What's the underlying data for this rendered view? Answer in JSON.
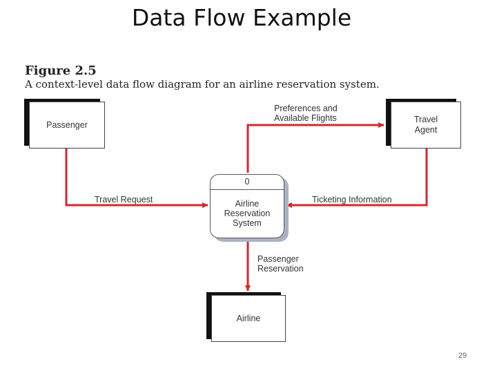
{
  "slide": {
    "title": "Data Flow Example",
    "page_number": "29"
  },
  "figure": {
    "number": "Figure 2.5",
    "caption": "A context-level data flow diagram for an airline reservation system."
  },
  "entities": {
    "passenger": "Passenger",
    "travel_agent": "Travel\nAgent",
    "airline": "Airline"
  },
  "process": {
    "id": "0",
    "name": "Airline\nReservation\nSystem"
  },
  "flows": {
    "preferences": "Preferences and\nAvailable Flights",
    "travel_request": "Travel Request",
    "ticketing": "Ticketing Information",
    "reservation": "Passenger\nReservation"
  },
  "colors": {
    "flow_arrow": "#d9262c",
    "entity_shadow": "#111111",
    "process_shadow": "#aab2c6"
  }
}
